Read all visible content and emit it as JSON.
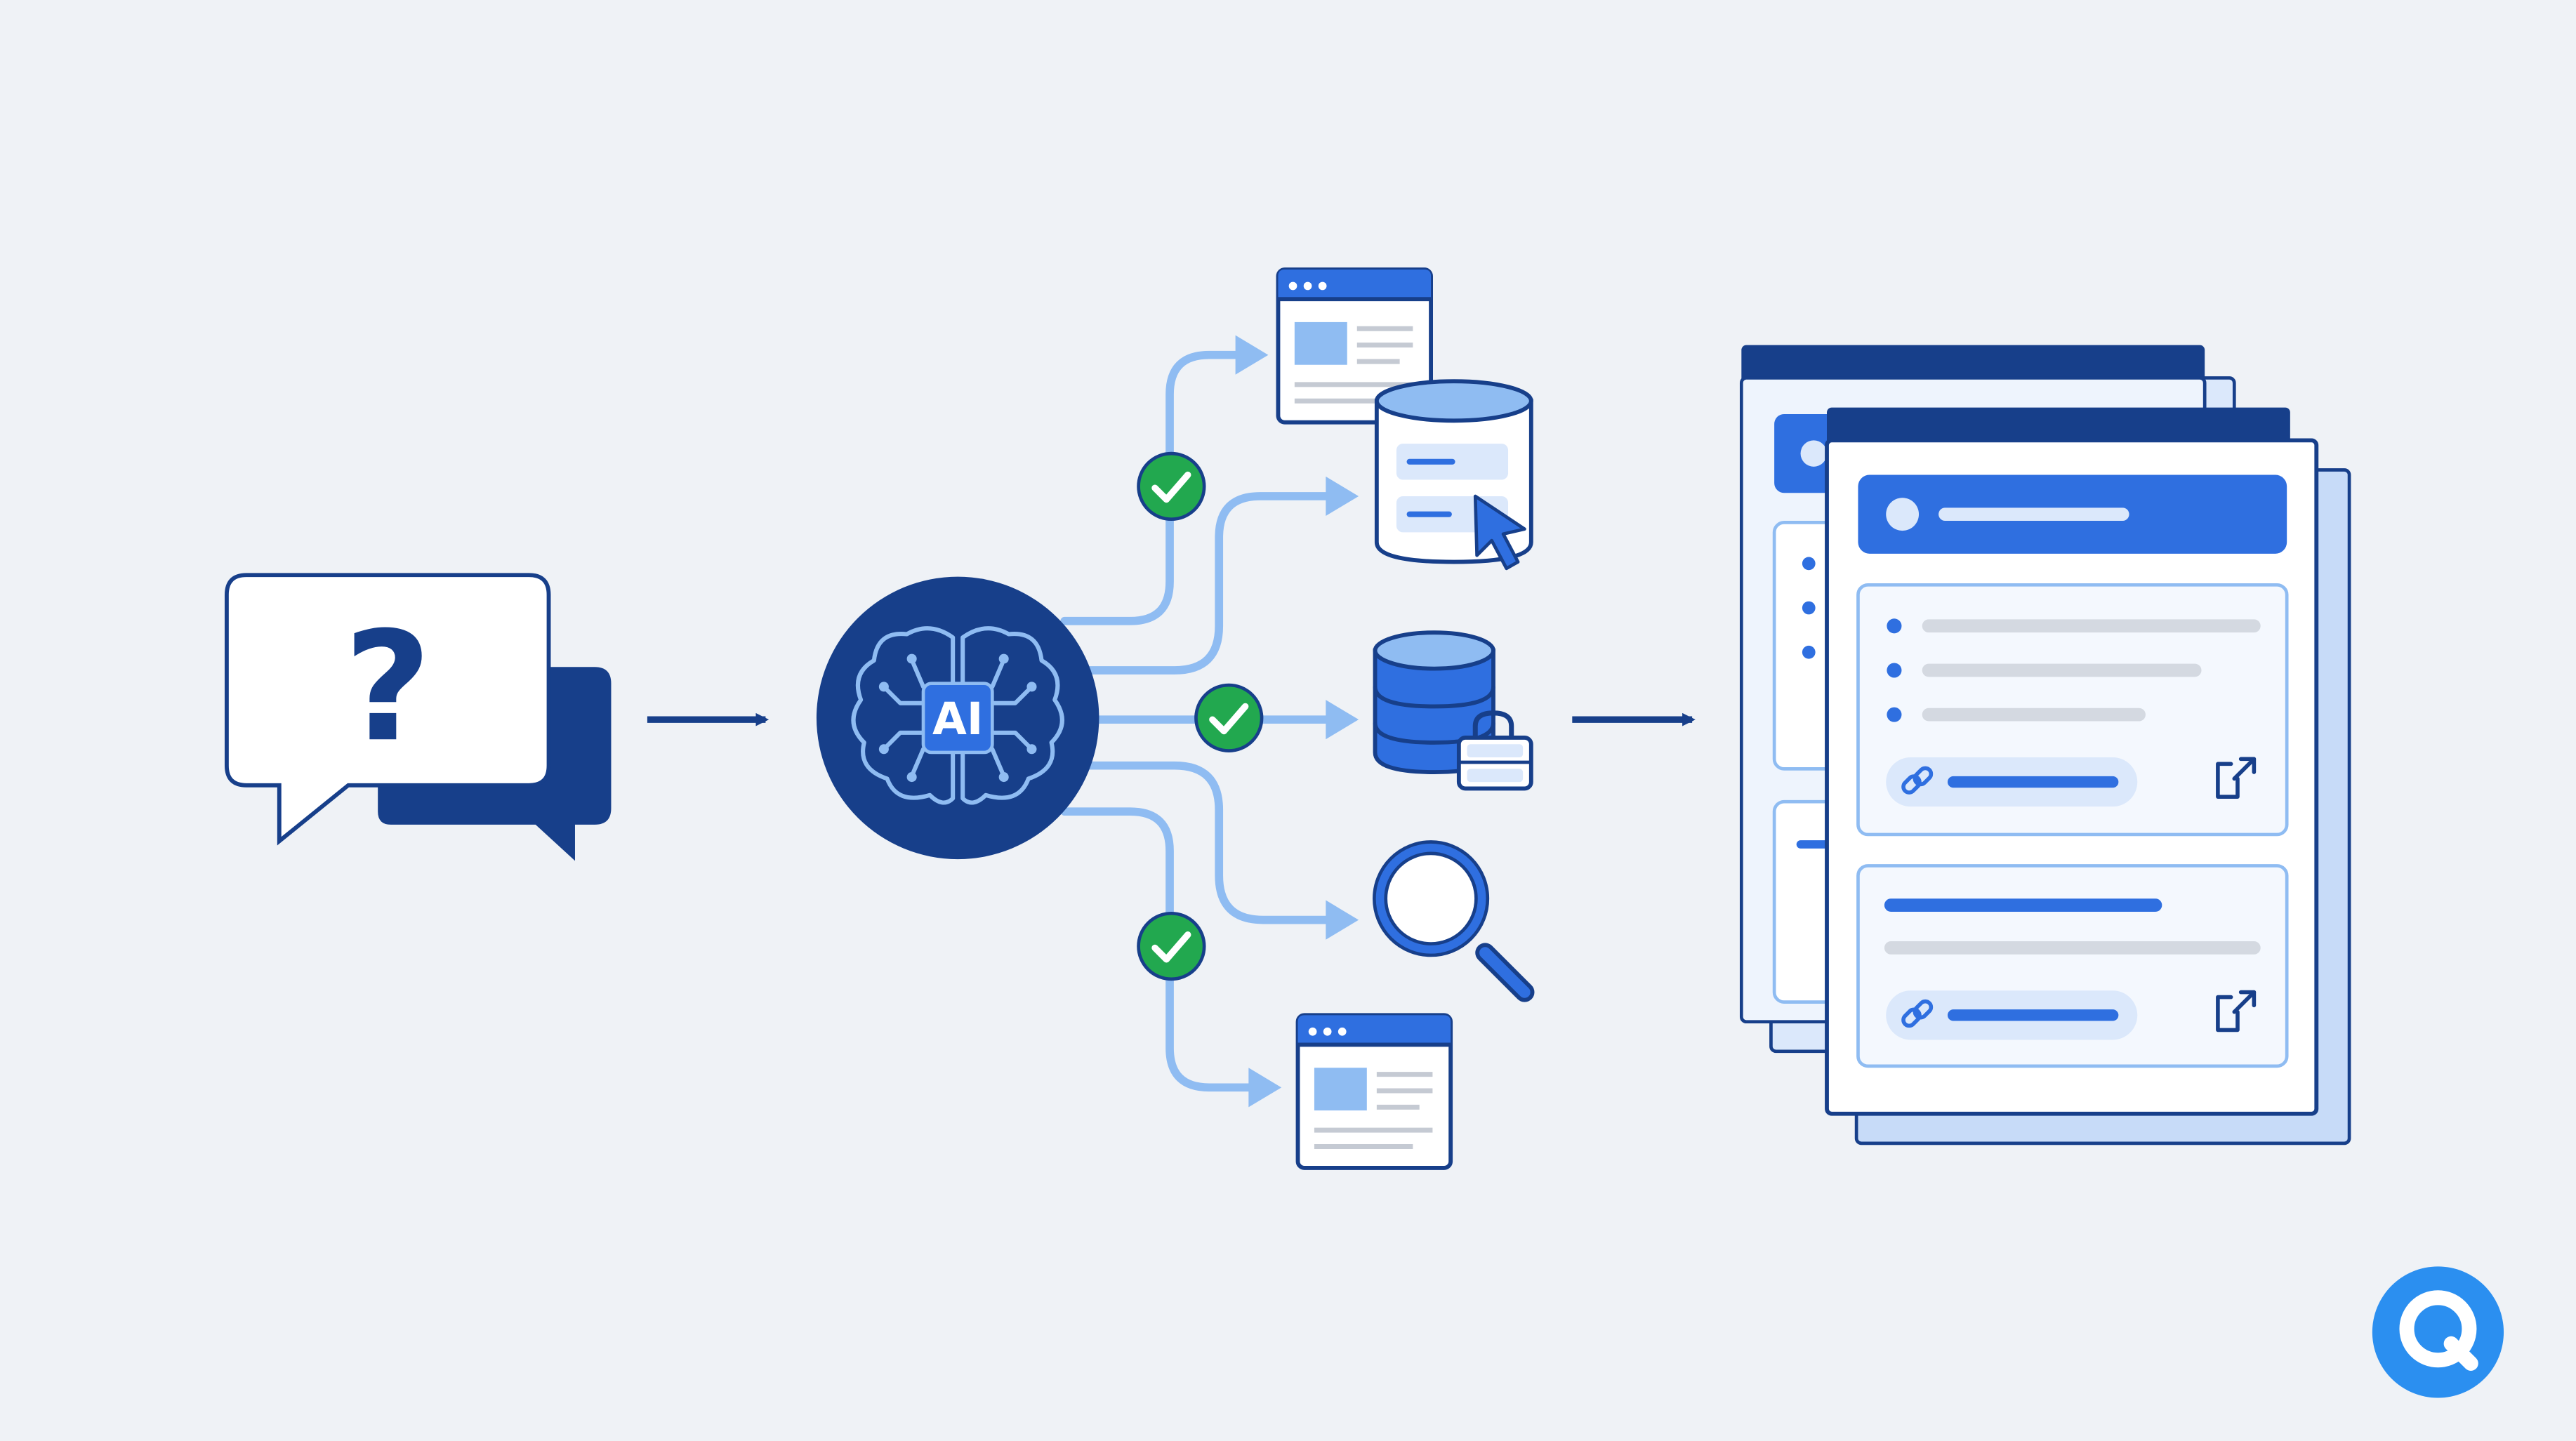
{
  "diagram": {
    "question_symbol": "?",
    "ai_label": "AI",
    "colors": {
      "background": "#eff2f6",
      "navy": "#173f8a",
      "blue": "#2f6fe0",
      "light_blue": "#8fbcf2",
      "pale_blue": "#dbe8fb",
      "green": "#22a84f",
      "brand": "#2b8ff0"
    },
    "stages": [
      {
        "name": "question",
        "icon": "chat-question-icon"
      },
      {
        "name": "ai-router",
        "icon": "ai-brain-icon"
      },
      {
        "name": "sources",
        "icons": [
          "web-page-icon",
          "database-cursor-icon",
          "secure-database-icon",
          "search-icon",
          "web-page-icon"
        ]
      },
      {
        "name": "results",
        "icon": "result-documents-icon"
      }
    ],
    "verified_checks": 3,
    "brand_icon": "q-logo-icon"
  }
}
